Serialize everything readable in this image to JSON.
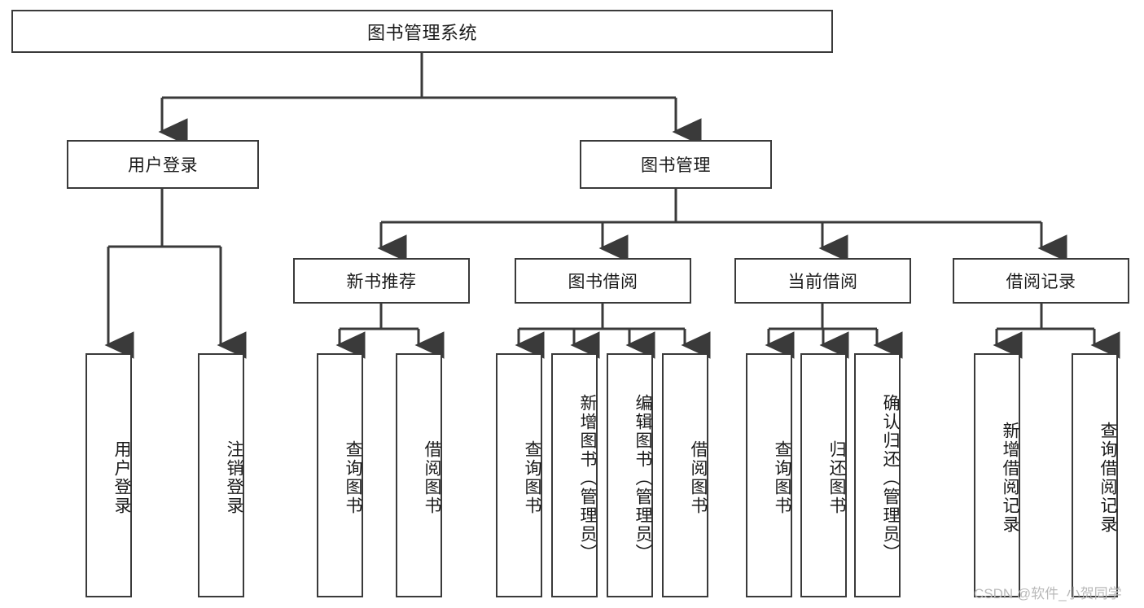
{
  "diagram": {
    "type": "tree-hierarchy",
    "title": "图书管理系统",
    "watermark": "CSDN @软件_小贺同学",
    "colors": {
      "stroke": "#3a3a3a",
      "fill": "#ffffff",
      "text": "#1a1a1a",
      "watermark": "#b9b9b9"
    },
    "nodes": {
      "root": "图书管理系统",
      "level1": [
        "用户登录",
        "图书管理"
      ],
      "level2": [
        "新书推荐",
        "图书借阅",
        "当前借阅",
        "借阅记录"
      ],
      "leaves": {
        "user_login": [
          "用户登录",
          "注销登录"
        ],
        "new_book": [
          "查询图书",
          "借阅图书"
        ],
        "book_borrow": [
          "查询图书",
          "新增图书（管理员）",
          "编辑图书（管理员）",
          "借阅图书"
        ],
        "current_borrow": [
          "查询图书",
          "归还图书",
          "确认归还（管理员）"
        ],
        "borrow_record": [
          "新增借阅记录",
          "查询借阅记录"
        ]
      }
    }
  }
}
